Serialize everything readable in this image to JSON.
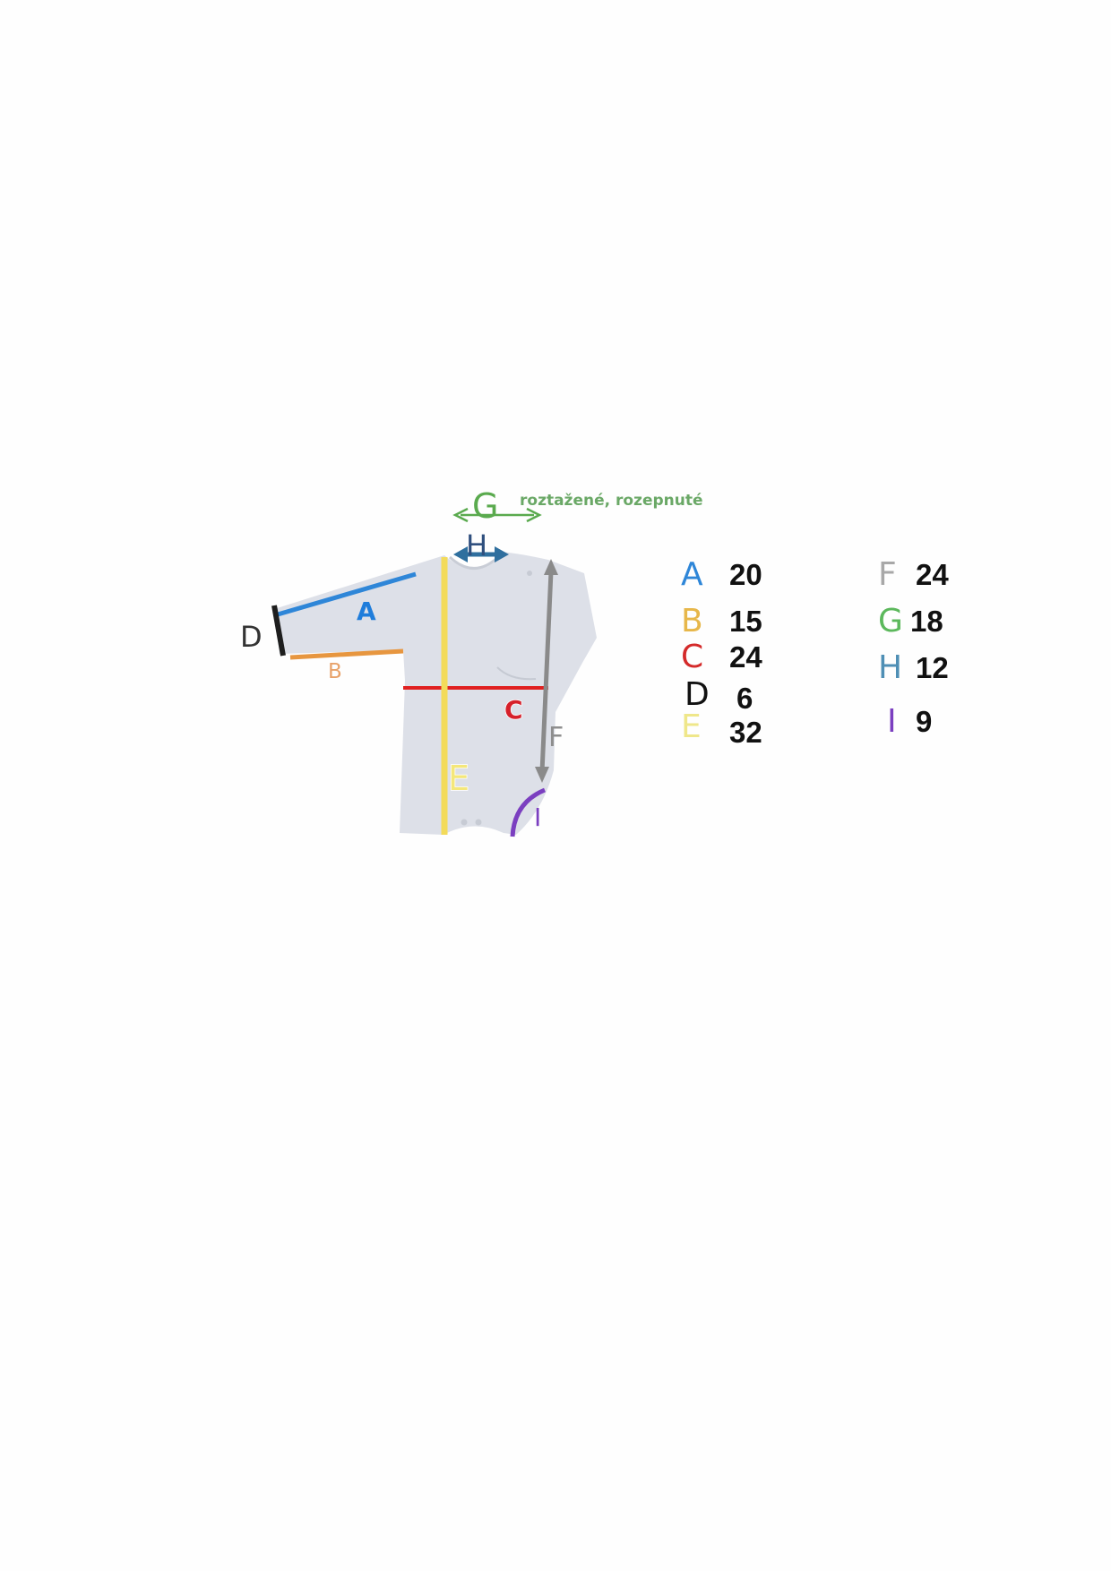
{
  "note": "roztažené, rozepnuté",
  "labels": {
    "a": "A",
    "b": "B",
    "c": "C",
    "d": "D",
    "e": "E",
    "f": "F",
    "g": "G",
    "h": "H",
    "i": "I"
  },
  "colors": {
    "a": "#2e86d8",
    "b": "#e7963f",
    "c": "#e02020",
    "d": "#1e1e1e",
    "e": "#f3db5a",
    "f": "#8a8a8a",
    "g": "#5aaa4e",
    "h": "#2f6f9e",
    "i": "#7b3fc0",
    "garment": "#dde0e8"
  },
  "legend": [
    {
      "letter": "A",
      "value": "20",
      "color": "#2e86d8"
    },
    {
      "letter": "B",
      "value": "15",
      "color": "#e7b74a"
    },
    {
      "letter": "C",
      "value": "24",
      "color": "#d42a2a"
    },
    {
      "letter": "D",
      "value": "6",
      "color": "#111111"
    },
    {
      "letter": "E",
      "value": "32",
      "color": "#efe78a"
    },
    {
      "letter": "F",
      "value": "24",
      "color": "#a8a8a8"
    },
    {
      "letter": "G",
      "value": "18",
      "color": "#5cb85c"
    },
    {
      "letter": "H",
      "value": "12",
      "color": "#4f8fb5"
    },
    {
      "letter": "I",
      "value": "9",
      "color": "#7b3fc0"
    }
  ]
}
